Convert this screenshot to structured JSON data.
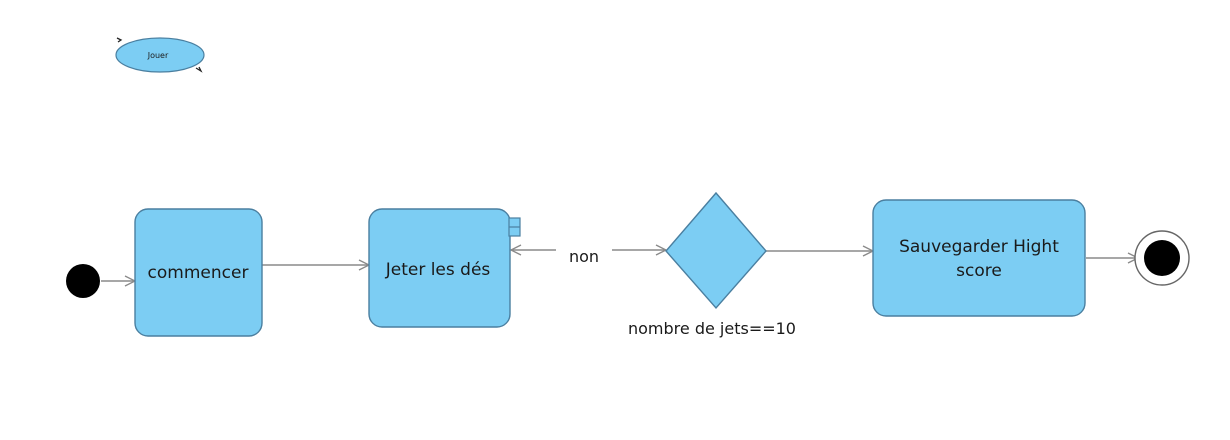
{
  "diagram": {
    "activity_name": "Jouer",
    "nodes": {
      "start": {
        "kind": "initial"
      },
      "commencer": {
        "label": "commencer"
      },
      "jeter": {
        "label": "Jeter les dés"
      },
      "decision": {
        "guard": "nombre de jets==10"
      },
      "sauvegarder": {
        "label_line1": "Sauvegarder Hight",
        "label_line2": "score"
      },
      "end": {
        "kind": "final"
      }
    },
    "edges": {
      "loop_label": "non"
    },
    "colors": {
      "node_fill": "#7ccdf3",
      "node_stroke": "#4a7fa0",
      "edge": "#8a8a8a",
      "dark": "#000000"
    }
  }
}
